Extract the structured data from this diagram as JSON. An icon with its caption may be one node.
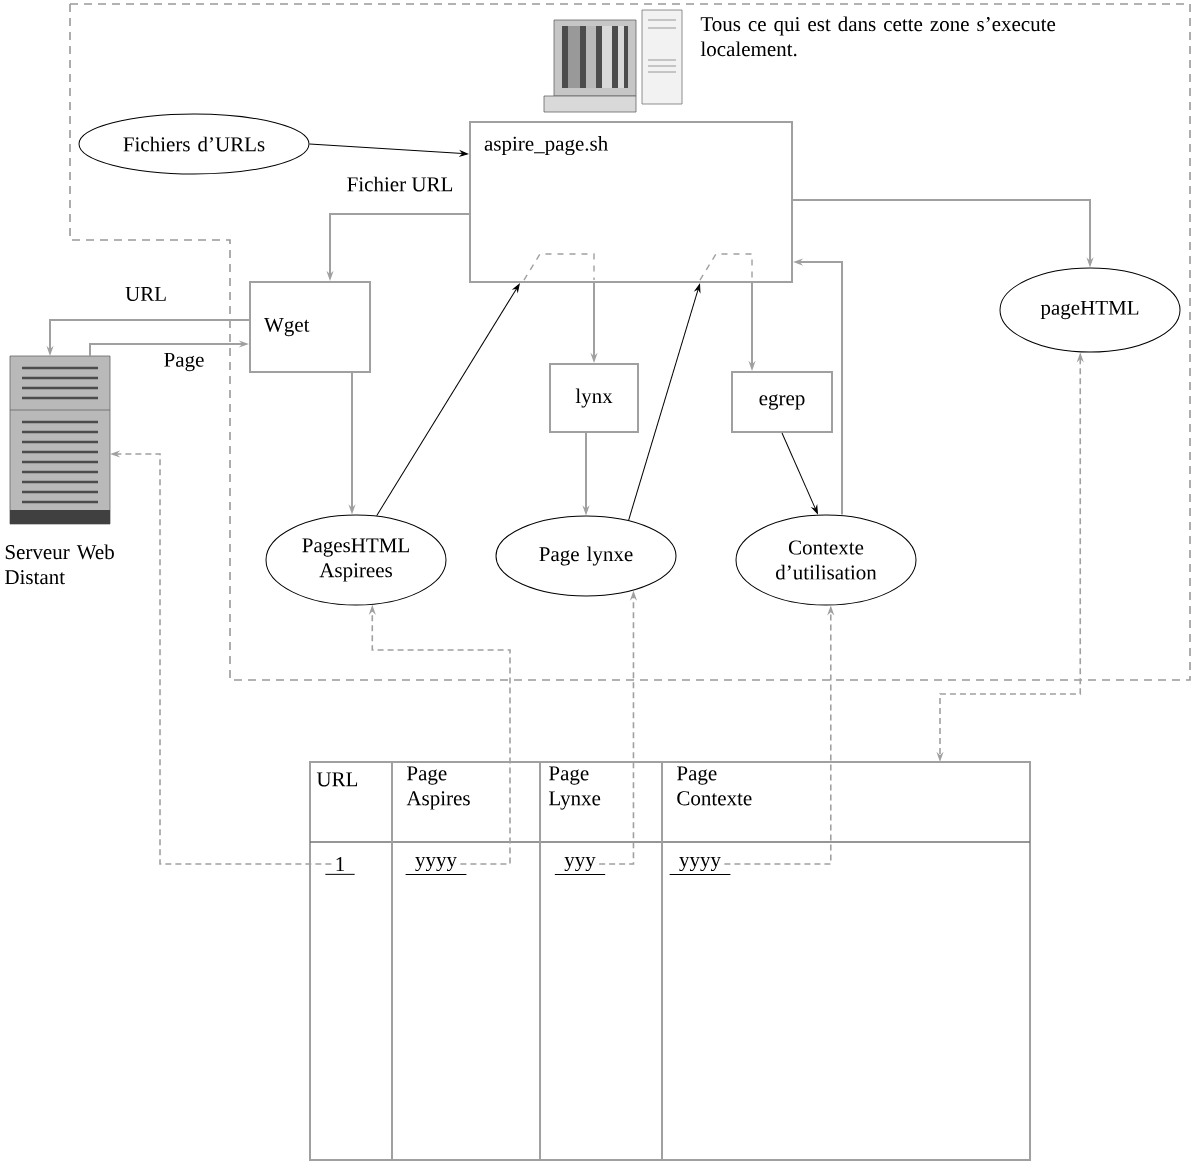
{
  "diagram": {
    "nodes": [
      {
        "text": [
          "Tous ce qui est dans cette zone s’execute localement."
        ]
      },
      {
        "text": [
          "Fichiers d’URLs"
        ],
        "in": 0
      },
      {
        "text": [
          "aspire_page.sh"
        ],
        "in": 0
      },
      {
        "text": [
          "Wget"
        ],
        "in": 0
      },
      {
        "text": [],
        "shape": "server",
        "beside": [
          "Serveur Web Distant"
        ]
      },
      {
        "text": [
          "lynx"
        ],
        "in": 0
      },
      {
        "text": [
          "egrep"
        ],
        "in": 0
      },
      {
        "text": [
          "pageHTML"
        ],
        "in": 0
      },
      {
        "text": [
          "PagesHTML Aspirees"
        ],
        "in": 0
      },
      {
        "text": [
          "Page lynxe"
        ],
        "in": 0
      },
      {
        "text": [
          "Contexte d’utilisation"
        ],
        "in": 0
      },
      {
        "text": [
          "URL",
          "Page Aspires",
          "Page Lynxe",
          "Page Contexte"
        ]
      },
      {
        "text": [
          "1"
        ],
        "in": 11
      },
      {
        "text": [
          "yyyy"
        ],
        "in": 11
      },
      {
        "text": [
          "yyy"
        ],
        "in": 11
      },
      {
        "text": [
          "yyyy"
        ],
        "in": 11
      }
    ],
    "edges": [
      {
        "from": 1,
        "to": 2,
        "arrow": "to",
        "color": "#000000"
      },
      {
        "from": 2,
        "to": 3,
        "arrow": "to",
        "label": "Fichier URL"
      },
      {
        "from": 3,
        "to": 4,
        "arrow": "to",
        "label": "URL"
      },
      {
        "from": 4,
        "to": 3,
        "arrow": "to",
        "label": "Page"
      },
      {
        "from": 3,
        "to": 8,
        "arrow": "to"
      },
      {
        "from": 8,
        "to": 2,
        "arrow": "to",
        "color": "#000000"
      },
      {
        "from": 2,
        "to": 5,
        "arrow": "to"
      },
      {
        "from": 5,
        "to": 9,
        "arrow": "to"
      },
      {
        "from": 9,
        "to": 2,
        "arrow": "to",
        "color": "#000000"
      },
      {
        "from": 2,
        "to": 6,
        "arrow": "to"
      },
      {
        "from": 6,
        "to": 10,
        "arrow": "to",
        "color": "#000000"
      },
      {
        "from": 10,
        "to": 2,
        "arrow": "to"
      },
      {
        "from": 2,
        "to": 7,
        "arrow": "to"
      },
      {
        "from": 12,
        "to": 4,
        "arrow": "to",
        "style": "dashed"
      },
      {
        "from": 13,
        "to": 8,
        "arrow": "to",
        "style": "dashed"
      },
      {
        "from": 14,
        "to": 9,
        "arrow": "to",
        "style": "dashed"
      },
      {
        "from": 15,
        "to": 10,
        "arrow": "to",
        "style": "dashed"
      },
      {
        "from": 7,
        "to": 11,
        "arrow": "both",
        "style": "dashed"
      }
    ]
  }
}
